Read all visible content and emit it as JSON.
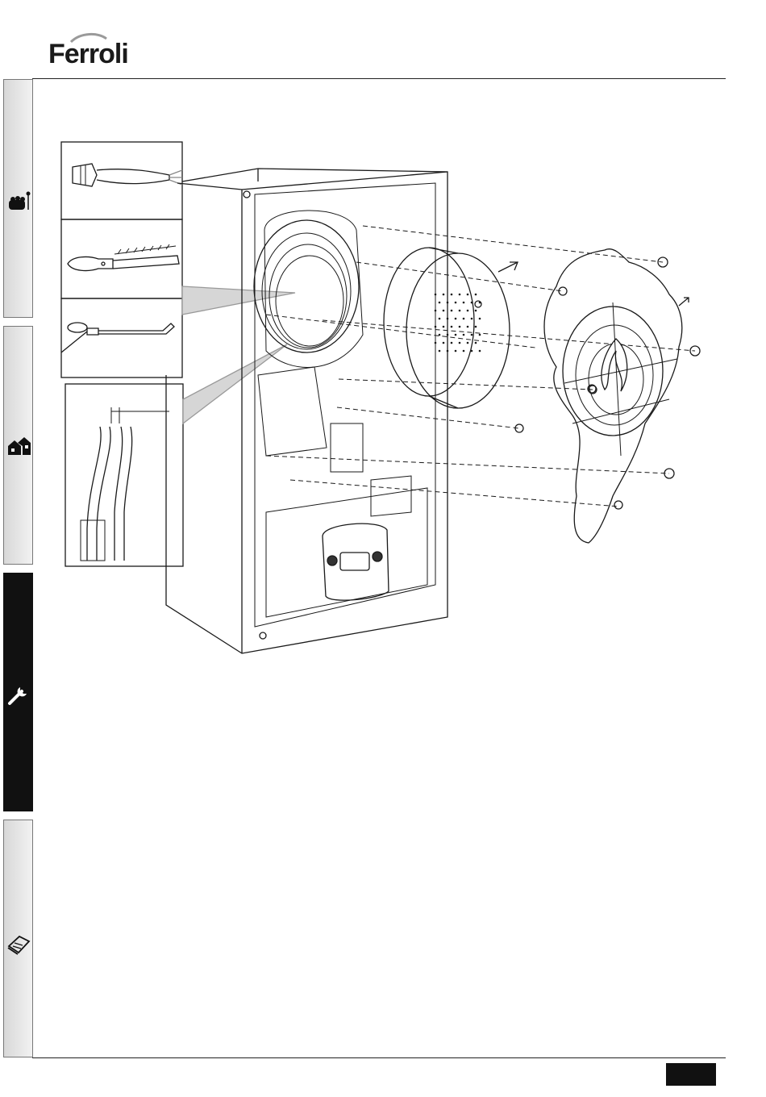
{
  "header": {
    "brand_logo": "Ferroli"
  },
  "side_tabs": [
    {
      "icon": "user-home-icon",
      "active": false
    },
    {
      "icon": "installer-house-icon",
      "active": false
    },
    {
      "icon": "wrench-icon",
      "active": true
    },
    {
      "icon": "clipboard-icon",
      "active": false
    }
  ],
  "figure": {
    "insets": [
      "air-blower-tool",
      "wire-brush-tool",
      "electrode-probe-tool",
      "electrode-gap-detail"
    ]
  },
  "footer": {
    "page_number": ""
  },
  "colors": {
    "ink": "#1a1a1a",
    "tab_active": "#111111",
    "tab_inactive": "#e6e6e6"
  }
}
